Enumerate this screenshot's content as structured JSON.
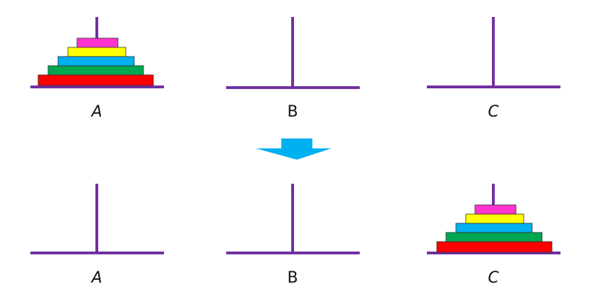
{
  "colors": {
    "peg": "#7030A0",
    "arrow": "#00B0F0",
    "disks": [
      "#FF0000",
      "#00A651",
      "#00B0F0",
      "#FFFF00",
      "#FF33CC"
    ]
  },
  "diagram": {
    "top": {
      "labels": {
        "a": "A",
        "b": "B",
        "c": "C"
      },
      "disks_on_peg": "A",
      "disk_count": 5
    },
    "arrow_direction": "down",
    "bottom": {
      "labels": {
        "a": "A",
        "b": "B",
        "c": "C"
      },
      "disks_on_peg": "C",
      "disk_count": 5
    }
  }
}
